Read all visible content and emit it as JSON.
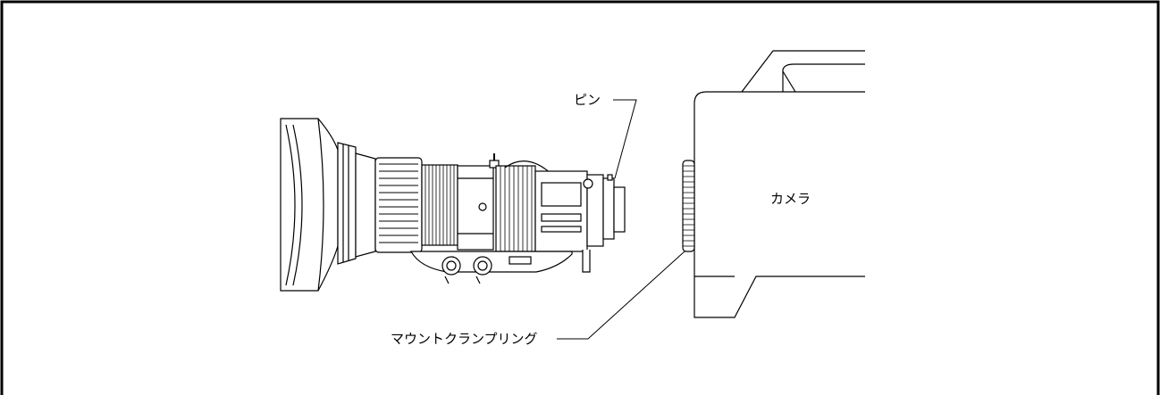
{
  "labels": {
    "pin": "ピン",
    "camera": "カメラ",
    "mount_clamp_ring": "マウントクランプリング"
  },
  "colors": {
    "line": "#000000",
    "background": "#ffffff"
  }
}
